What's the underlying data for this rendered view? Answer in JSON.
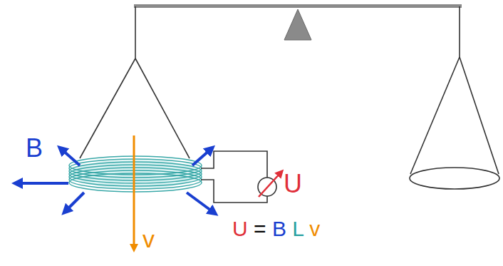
{
  "diagram": {
    "labels": [
      "B",
      "v",
      "U",
      "U = B L v"
    ]
  }
}
